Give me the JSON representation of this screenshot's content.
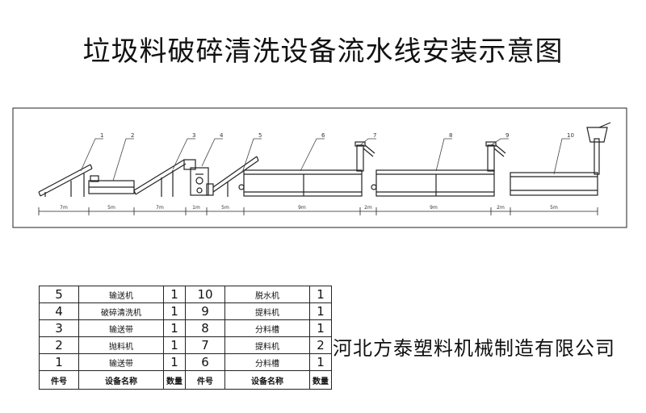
{
  "title": "垃圾料破碎清洗设备流水线安装示意图",
  "company": "河北方泰塑料机械制造有限公司",
  "item_numbers": [
    "1",
    "2",
    "3",
    "4",
    "5",
    "6",
    "7",
    "8",
    "9",
    "10"
  ],
  "dimensions": [
    "7m",
    "5m",
    "7m",
    "1m",
    "5m",
    "9m",
    "2m",
    "9m",
    "2m",
    "5m"
  ],
  "table": {
    "header": {
      "no": "件号",
      "name": "设备名称",
      "qty": "数量"
    },
    "rows": [
      {
        "left": {
          "no": "5",
          "name": "输送机",
          "qty": "1"
        },
        "right": {
          "no": "10",
          "name": "脱水机",
          "qty": "1"
        }
      },
      {
        "left": {
          "no": "4",
          "name": "破碎清洗机",
          "qty": "1"
        },
        "right": {
          "no": "9",
          "name": "提料机",
          "qty": "1"
        }
      },
      {
        "left": {
          "no": "3",
          "name": "输送带",
          "qty": "1"
        },
        "right": {
          "no": "8",
          "name": "分料槽",
          "qty": "1"
        }
      },
      {
        "left": {
          "no": "2",
          "name": "抛料机",
          "qty": "1"
        },
        "right": {
          "no": "7",
          "name": "提料机",
          "qty": "2"
        }
      },
      {
        "left": {
          "no": "1",
          "name": "输送带",
          "qty": "1"
        },
        "right": {
          "no": "6",
          "name": "分料槽",
          "qty": "1"
        }
      }
    ]
  }
}
